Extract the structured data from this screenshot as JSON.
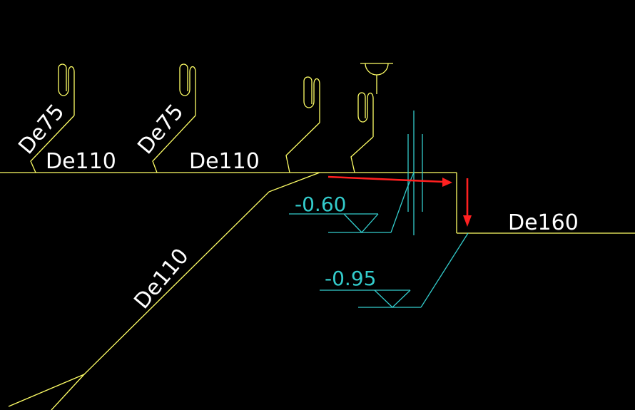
{
  "colors": {
    "background": "#000000",
    "pipe": "#ffff66",
    "pipe_label": "#ffffff",
    "elevation": "#33cccc",
    "arrow": "#ff2020"
  },
  "pipe_labels": {
    "branch_1": "De75",
    "branch_2": "De75",
    "main_1": "De110",
    "main_2": "De110",
    "diagonal": "De110",
    "outlet": "De160"
  },
  "elevations": {
    "upper": "-0.60",
    "lower": "-0.95"
  },
  "icons": [
    "p-trap-icon",
    "floor-drain-icon",
    "arrow-right-icon",
    "arrow-down-icon"
  ]
}
